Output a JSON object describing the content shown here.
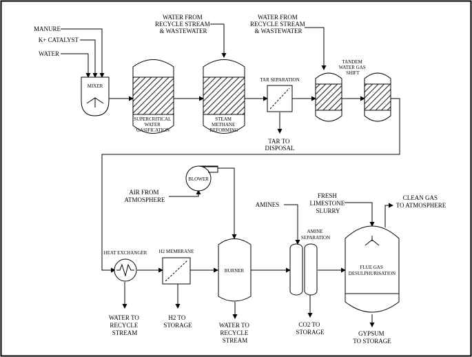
{
  "labels": {
    "manure": "MANURE",
    "catalyst": "K+ CATALYST",
    "water": "WATER",
    "mixer": "MIXER",
    "water_from_1": [
      "WATER FROM",
      "RECYCLE STREAM",
      "& WASTEWATER"
    ],
    "water_from_2": [
      "WATER FROM",
      "RECYCLE STREAM",
      "& WASTEWATER"
    ],
    "scwg": [
      "SUPERCRITICAL",
      "WATER",
      "GASIFICATION"
    ],
    "smr": [
      "STEAM",
      "METHANE",
      "REFORMING"
    ],
    "tar_separation": "TAR SEPARATION",
    "tar_disposal": [
      "TAR TO",
      "DISPOSAL"
    ],
    "tandem": [
      "TANDEM",
      "WATER GAS",
      "SHIFT"
    ],
    "blower": "BLOWER",
    "air": [
      "AIR FROM",
      "ATMOSPHERE"
    ],
    "heat_exchanger": "HEAT EXCHANGER",
    "h2_membrane": "H2 MEMBRANE",
    "burner": "BURNER",
    "amines": "AMINES",
    "amine_sep": [
      "AMINE",
      "SEPARATION"
    ],
    "limestone": [
      "FRESH",
      "LIMESTONE",
      "SLURRY"
    ],
    "clean_gas": [
      "CLEAN GAS",
      "TO ATMOSPHERE"
    ],
    "fgd": [
      "FLUE GAS",
      "DESULPHURISATION"
    ],
    "water_recycle_1": [
      "WATER TO",
      "RECYCLE",
      "STREAM"
    ],
    "h2_storage": [
      "H2 TO",
      "STORAGE"
    ],
    "water_recycle_2": [
      "WATER TO",
      "RECYCLE",
      "STREAM"
    ],
    "co2_storage": [
      "CO2 TO",
      "STORAGE"
    ],
    "gypsum": [
      "GYPSUM",
      "TO STORAGE"
    ]
  }
}
